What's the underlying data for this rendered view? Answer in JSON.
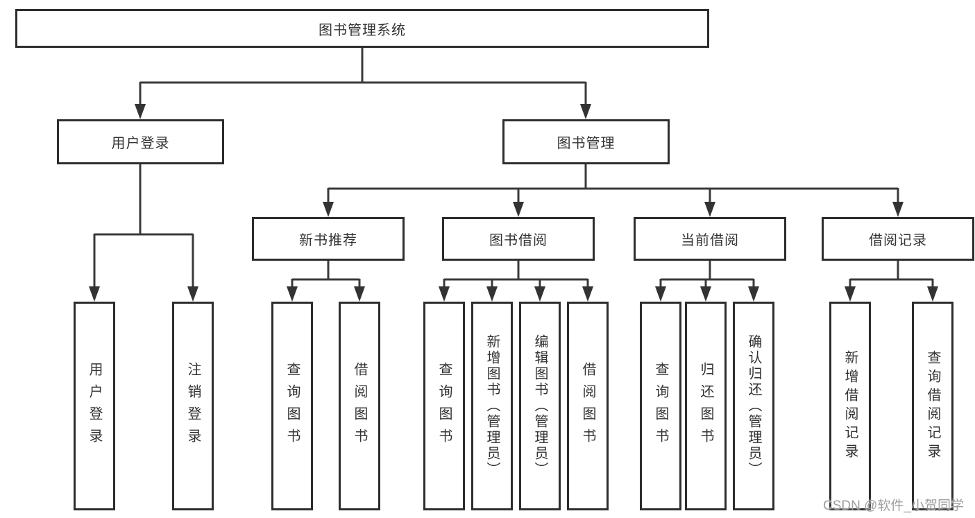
{
  "diagram": {
    "root": {
      "label": "图书管理系统"
    },
    "level1": [
      {
        "label": "用户登录"
      },
      {
        "label": "图书管理"
      }
    ],
    "level2": [
      {
        "label": "新书推荐",
        "parent": "图书管理"
      },
      {
        "label": "图书借阅",
        "parent": "图书管理"
      },
      {
        "label": "当前借阅",
        "parent": "图书管理"
      },
      {
        "label": "借阅记录",
        "parent": "图书管理"
      }
    ],
    "leaves": [
      {
        "label": "用户登录",
        "parent": "用户登录"
      },
      {
        "label": "注销登录",
        "parent": "用户登录"
      },
      {
        "label": "查询图书",
        "parent": "新书推荐"
      },
      {
        "label": "借阅图书",
        "parent": "新书推荐"
      },
      {
        "label": "查询图书",
        "parent": "图书借阅"
      },
      {
        "label": "新增图书（管理员）",
        "parent": "图书借阅"
      },
      {
        "label": "编辑图书（管理员）",
        "parent": "图书借阅"
      },
      {
        "label": "借阅图书",
        "parent": "图书借阅"
      },
      {
        "label": "查询图书",
        "parent": "当前借阅"
      },
      {
        "label": "归还图书",
        "parent": "当前借阅"
      },
      {
        "label": "确认归还（管理员）",
        "parent": "当前借阅"
      },
      {
        "label": "新增借阅记录",
        "parent": "借阅记录"
      },
      {
        "label": "查询借阅记录",
        "parent": "借阅记录"
      }
    ]
  },
  "watermark": {
    "text": "CSDN @软件_小贺同学"
  },
  "colors": {
    "line": "#3a3a3a",
    "border": "#2d2d2d",
    "text": "#333333",
    "background": "#ffffff",
    "watermark": "#9e9e9e"
  }
}
